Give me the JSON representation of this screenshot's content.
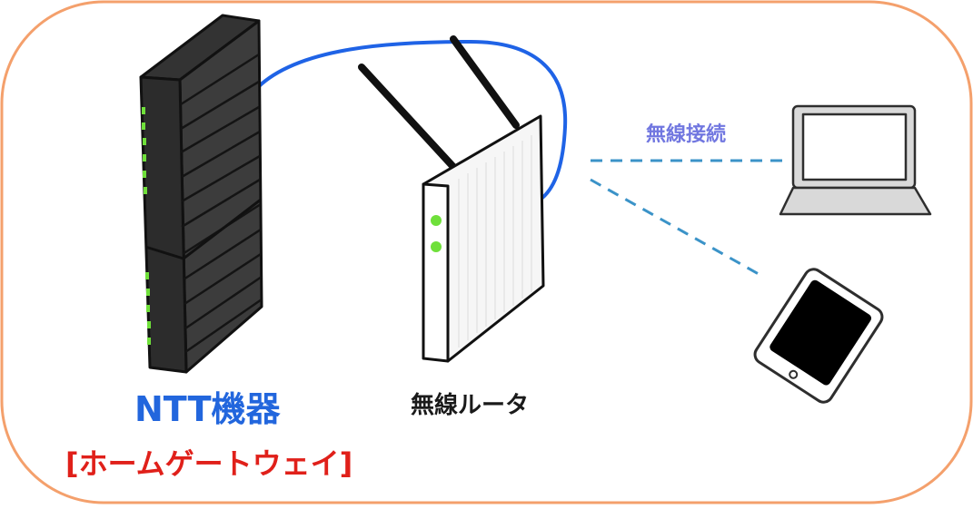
{
  "labels": {
    "ntt_device": "NTT機器",
    "home_gateway": "[ホームゲートウェイ]",
    "wireless_router": "無線ルータ",
    "wireless_connection": "無線接続"
  },
  "colors": {
    "frame_border": "#f4a06c",
    "cable": "#1f63e6",
    "wireless_link": "#3b93c8",
    "ntt_label": "#2266dd",
    "hgw_label": "#e0201a",
    "wifi_label": "#7177e0",
    "led_green": "#6fe03a",
    "device_dark": "#3c3c3c",
    "text_dark": "#1a1a1a"
  },
  "icons": [
    "ntt-gateway-device-icon",
    "wireless-router-icon",
    "laptop-icon",
    "tablet-icon"
  ]
}
